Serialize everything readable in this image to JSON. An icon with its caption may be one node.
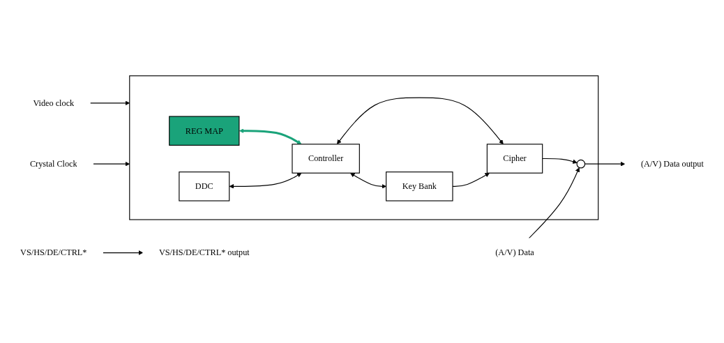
{
  "diagram": {
    "nodes": [
      {
        "text": [],
        "shape": "box"
      },
      {
        "text": [
          "REG MAP"
        ],
        "in": 0
      },
      {
        "text": [
          "Controller"
        ],
        "in": 0
      },
      {
        "text": [
          "DDC"
        ],
        "in": 0
      },
      {
        "text": [
          "Key Bank"
        ],
        "in": 0
      },
      {
        "text": [
          "Cipher"
        ],
        "in": 0
      },
      {
        "text": [],
        "shape": "circle",
        "in": 0
      },
      {
        "text": [
          "(A/V) Data"
        ]
      },
      {
        "text": [
          "VS/HS/DE/CTRL*"
        ]
      },
      {
        "text": [
          "Video clock"
        ]
      },
      {
        "text": [
          "Crystal Clock"
        ]
      },
      {
        "text": [
          "(A/V) Data output"
        ]
      },
      {
        "text": [
          "VS/HS/DE/CTRL* output"
        ]
      }
    ],
    "edges": [
      {
        "from": 1,
        "to": 2,
        "arrow": "both",
        "style": "thick",
        "color": "#1aa37a"
      },
      {
        "from": 3,
        "to": 2,
        "arrow": "both"
      },
      {
        "from": 2,
        "to": 5,
        "arrow": "both"
      },
      {
        "from": 2,
        "to": 4,
        "arrow": "both"
      },
      {
        "from": 4,
        "to": 5,
        "arrow": "to"
      },
      {
        "from": 5,
        "to": 6,
        "arrow": "to"
      },
      {
        "from": 7,
        "to": 6,
        "arrow": "to"
      },
      {
        "from": 6,
        "to": 11,
        "arrow": "to"
      },
      {
        "from": 8,
        "to": 12,
        "arrow": "to"
      },
      {
        "from": 9,
        "to": 0,
        "arrow": "to"
      },
      {
        "from": 10,
        "to": 0,
        "arrow": "to"
      }
    ]
  }
}
